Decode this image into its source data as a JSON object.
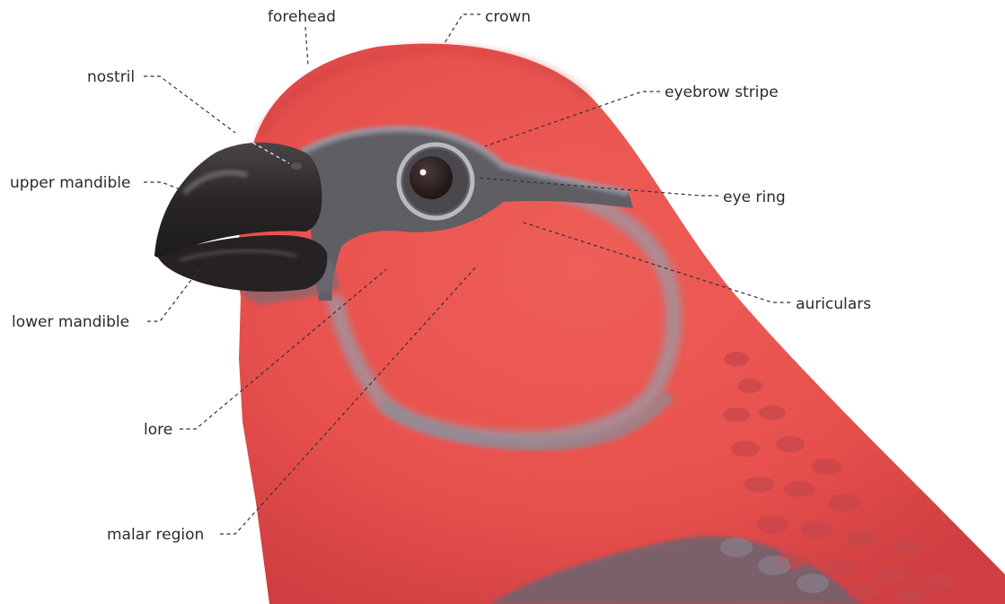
{
  "diagram": {
    "labels": {
      "forehead": "forehead",
      "crown": "crown",
      "nostril": "nostril",
      "eyebrow_stripe": "eyebrow stripe",
      "upper_mandible": "upper mandible",
      "eye_ring": "eye ring",
      "auriculars": "auriculars",
      "lower_mandible": "lower mandible",
      "lore": "lore",
      "malar_region": "malar region"
    },
    "colors": {
      "plumage_red": "#e8514d",
      "plumage_shadow": "#c8383c",
      "grey_mask": "#5f5e63",
      "grey_edge": "#9a9aa6",
      "beak": "#2a2628",
      "eye": "#2a2020",
      "eye_ring": "#b9b9bf",
      "back_grey": "#6a6570",
      "label_text": "#2b2b2b"
    }
  }
}
